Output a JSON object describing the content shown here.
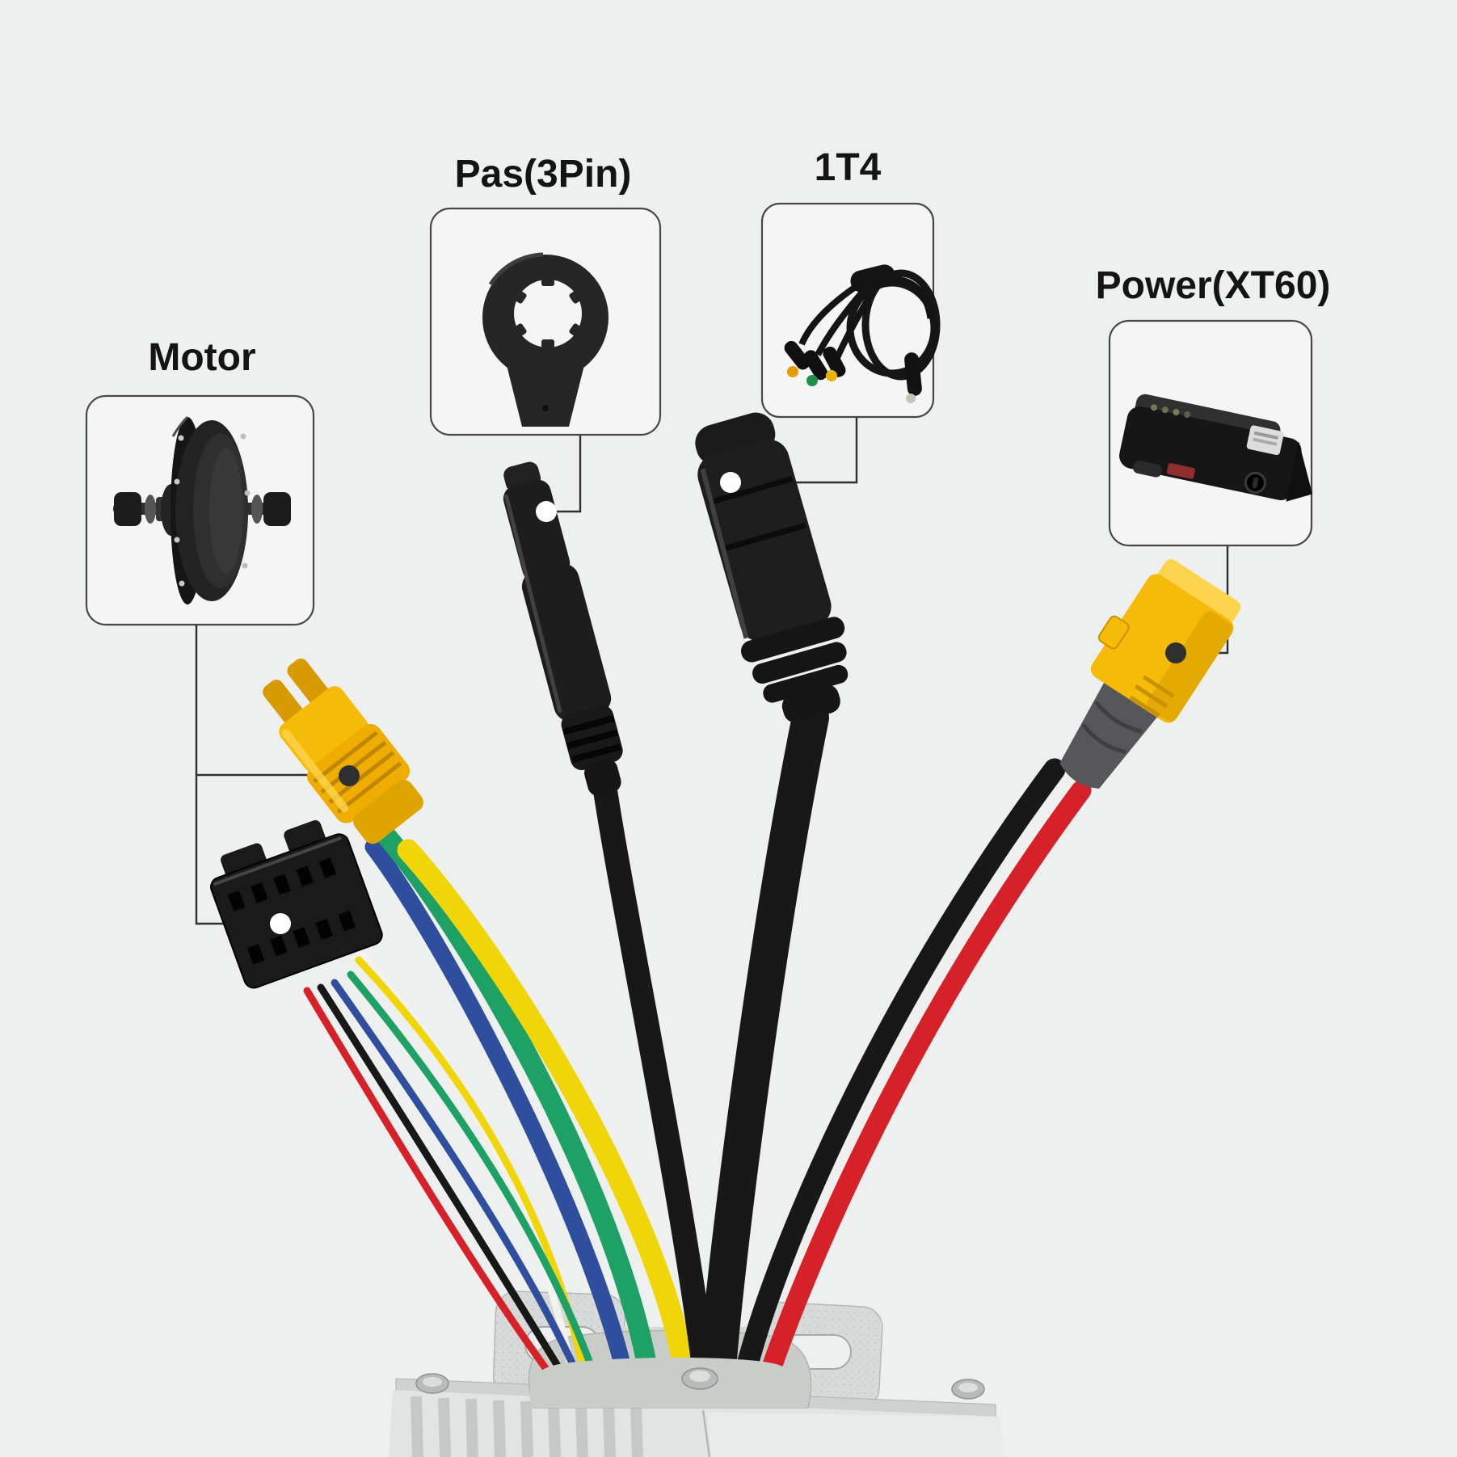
{
  "callouts": {
    "motor": {
      "label": "Motor"
    },
    "pas": {
      "label": "Pas(3Pin)"
    },
    "one_to_four": {
      "label": "1T4"
    },
    "power": {
      "label": "Power(XT60)"
    }
  },
  "colors": {
    "bg": "#eef0ef",
    "boxfill": "#f4f5f4",
    "boxstroke": "#474747",
    "ink": "#141414",
    "line": "#2f2f2f",
    "dotlight": "#ffffff",
    "yellow": "#f6ba09",
    "yellowdark": "#d79a00",
    "yellowlight": "#fdd44d",
    "wireyellow": "#f0d509",
    "wiregreen": "#1da164",
    "wireblue": "#2f4f9e",
    "wirered": "#d62128",
    "wirewhite": "#f2f2ee",
    "cableblack": "#181818",
    "cablehl": "#3d3d3d",
    "sleevegrey": "#57575a",
    "silver": "#e2e4e3",
    "silverdark": "#c6c8c7",
    "plate": "#d8dad9",
    "grommet": "#c9ccc9"
  }
}
